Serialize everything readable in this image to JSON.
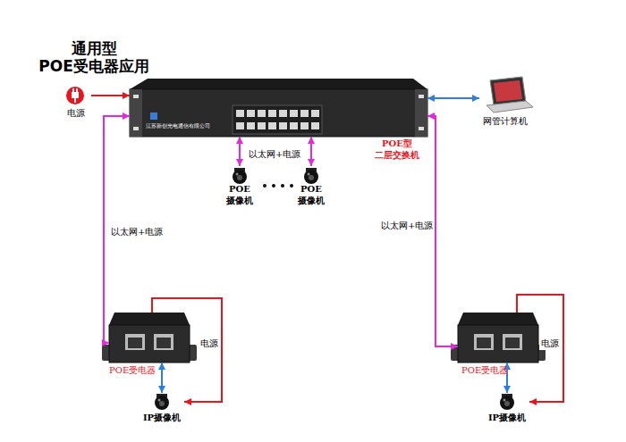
{
  "diagram": {
    "title": "通用型 POE受电器应用",
    "nodes": [
      {
        "text": [
          "电源"
        ]
      },
      {
        "text": [
          "江苏新创光电通信有限公司",
          "POE型 二层交换机"
        ]
      },
      {
        "text": [
          "网管计算机"
        ]
      },
      {
        "text": [
          "POE 摄像机"
        ]
      },
      {
        "text": [
          "POE 摄像机"
        ]
      },
      {
        "text": [
          "POE受电器"
        ]
      },
      {
        "text": [
          "POE受电器"
        ]
      },
      {
        "text": [
          "IP摄像机"
        ]
      },
      {
        "text": [
          "IP摄像机"
        ]
      }
    ],
    "edges": [
      {
        "from": 0,
        "to": 1,
        "arrow": "to"
      },
      {
        "from": 1,
        "to": 2,
        "arrow": "both"
      },
      {
        "from": 1,
        "to": 3,
        "arrow": "both"
      },
      {
        "from": 1,
        "to": 4,
        "arrow": "both"
      },
      {
        "from": 1,
        "to": 5,
        "arrow": "both",
        "label": "以太网+电源"
      },
      {
        "from": 1,
        "to": 6,
        "arrow": "both",
        "label": "以太网+电源"
      },
      {
        "from": 5,
        "to": 7,
        "arrow": "both"
      },
      {
        "from": 5,
        "to": 7,
        "arrow": "to",
        "label": "电源"
      },
      {
        "from": 6,
        "to": 8,
        "arrow": "both"
      },
      {
        "from": 6,
        "to": 8,
        "arrow": "to",
        "label": "电源"
      }
    ],
    "labels": [
      "以太网+电源"
    ]
  }
}
